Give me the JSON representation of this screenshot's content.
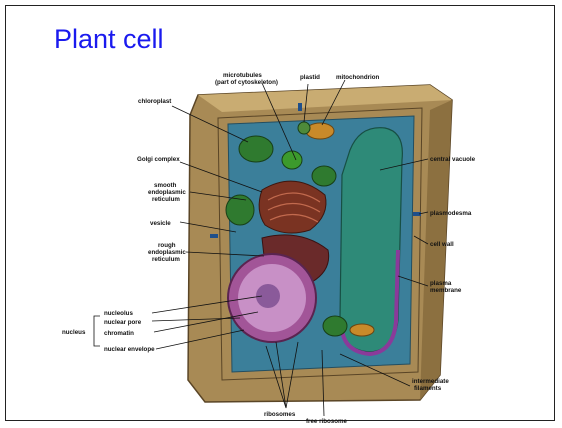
{
  "title": "Plant cell",
  "labels": {
    "microtubules_1": "microtubules",
    "microtubules_2": "(part of cytoskeleton)",
    "plastid": "plastid",
    "mitochondrion": "mitochondrion",
    "chloroplast": "chloroplast",
    "golgi": "Golgi complex",
    "smooth_er_1": "smooth",
    "smooth_er_2": "endoplasmic",
    "smooth_er_3": "reticulum",
    "vesicle": "vesicle",
    "rough_er_1": "rough",
    "rough_er_2": "endoplasmic",
    "rough_er_3": "reticulum",
    "central_vacuole": "central vacuole",
    "plasmodesma": "plasmodesma",
    "cell_wall": "cell wall",
    "plasma_membrane_1": "plasma",
    "plasma_membrane_2": "membrane",
    "nucleus": "nucleus",
    "nucleolus": "nucleolus",
    "nuclear_pore": "nuclear pore",
    "chromatin": "chromatin",
    "nuclear_envelope": "nuclear envelope",
    "intermediate_1": "intermediate",
    "intermediate_2": "filaments",
    "ribosomes": "ribosomes",
    "free_ribosome": "free ribosome"
  },
  "colors": {
    "title": "#1a1aee",
    "cell_wall": "#a88a55",
    "cytoplasm": "#3b7f9a",
    "vacuole": "#2e8a78",
    "chloroplast": "#2f7a2f",
    "nucleus": "#b06fae",
    "golgi": "#7a3322",
    "mitochondrion": "#c98a2a"
  }
}
